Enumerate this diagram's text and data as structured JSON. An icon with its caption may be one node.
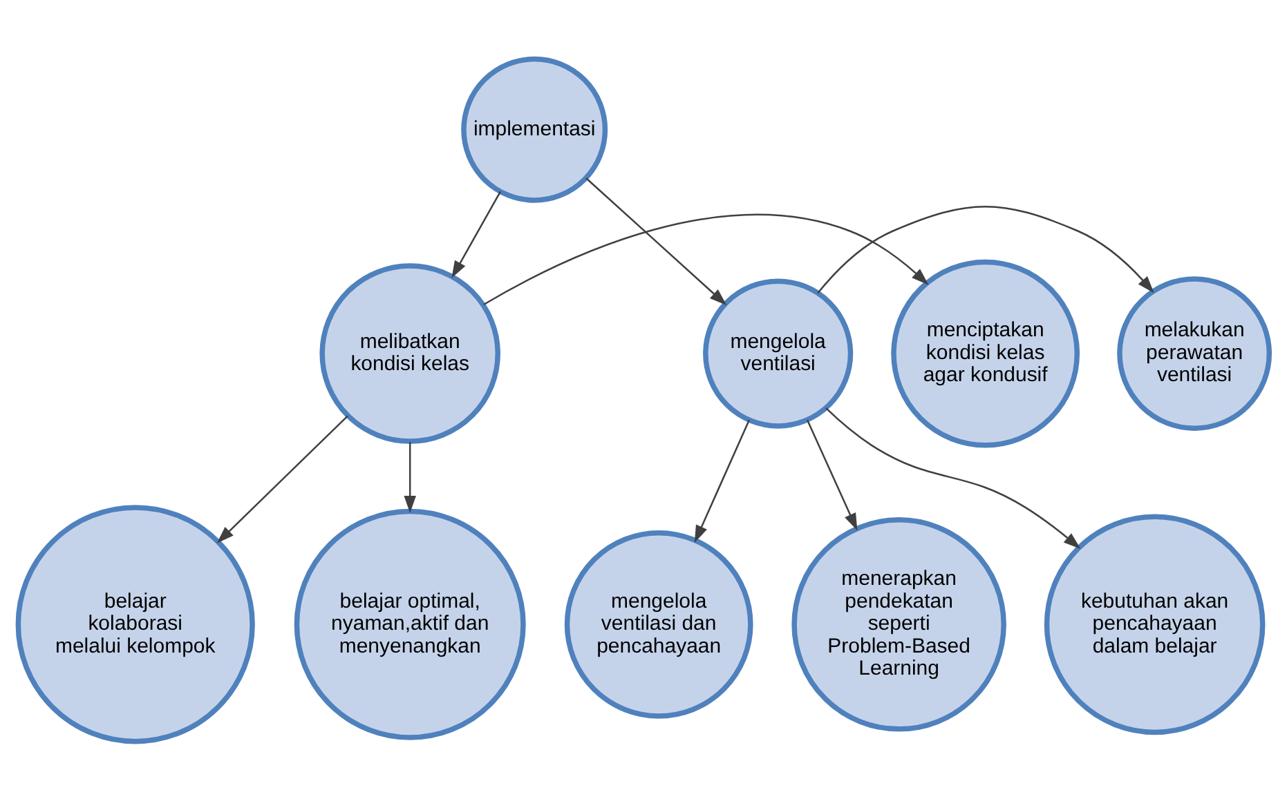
{
  "diagram": {
    "nodes": [
      {
        "text": [
          "implementasi"
        ]
      },
      {
        "text": [
          "menciptakan kondisi kelas agar kondusif"
        ]
      },
      {
        "text": [
          "melibatkan kondisi kelas"
        ]
      },
      {
        "text": [
          "mengelola ventilasi"
        ]
      },
      {
        "text": [
          "melakukan perawatan ventilasi"
        ]
      },
      {
        "text": [
          "belajar kolaborasi melalui kelompok"
        ]
      },
      {
        "text": [
          "mengelola ventilasi dan pencahayaan"
        ]
      },
      {
        "text": [
          "menerapkan pendekatan seperti Problem-Based Learning"
        ]
      },
      {
        "text": [
          "kebutuhan akan pencahayaan dalam belajar"
        ]
      },
      {
        "text": [
          "belajar optimal, nyaman,aktif dan menyenangkan"
        ]
      }
    ],
    "edges": [
      {
        "from": 0,
        "to": 2,
        "arrow": "to"
      },
      {
        "from": 0,
        "to": 3,
        "arrow": "to"
      },
      {
        "from": 2,
        "to": 1,
        "arrow": "to"
      },
      {
        "from": 3,
        "to": 4,
        "arrow": "to"
      },
      {
        "from": 2,
        "to": 5,
        "arrow": "to"
      },
      {
        "from": 2,
        "to": 9,
        "arrow": "to"
      },
      {
        "from": 3,
        "to": 7,
        "arrow": "to"
      },
      {
        "from": 3,
        "to": 8,
        "arrow": "to"
      },
      {
        "from": 3,
        "to": 6,
        "arrow": "to"
      }
    ]
  }
}
